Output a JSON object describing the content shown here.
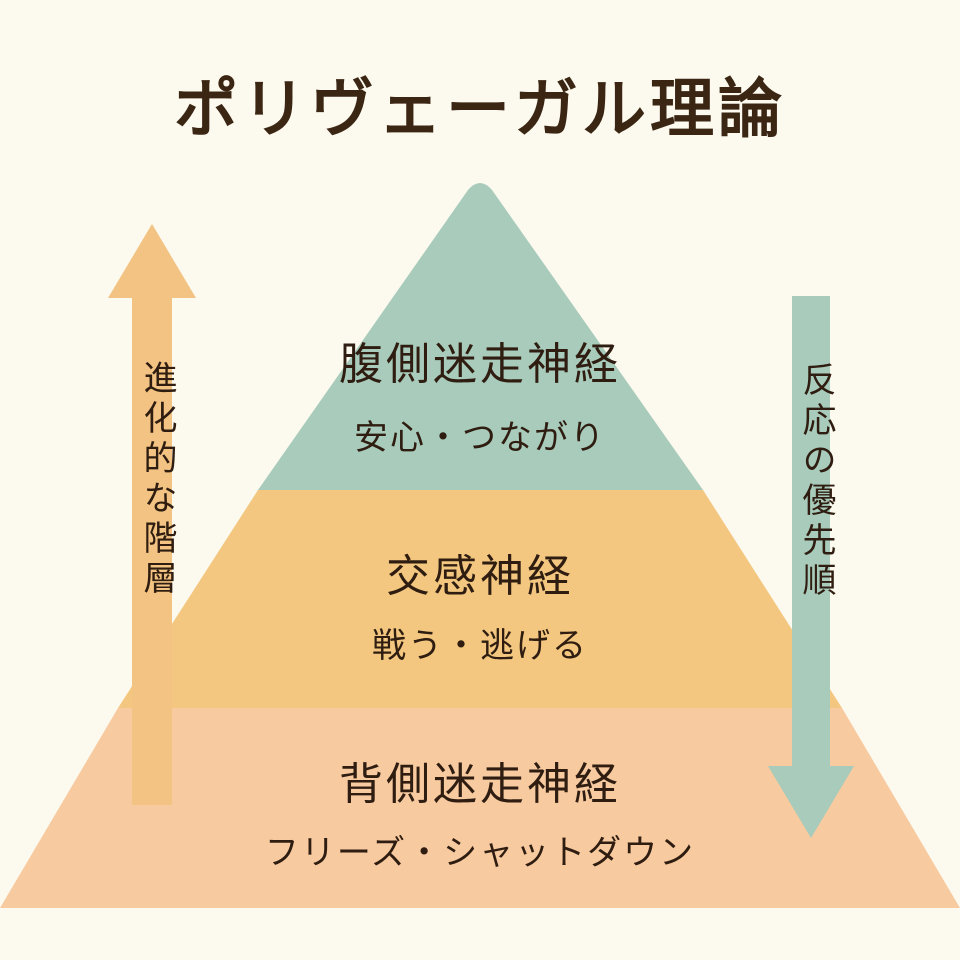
{
  "title": "ポリヴェーガル理論",
  "layers": [
    {
      "main": "腹側迷走神経",
      "sub": "安心・つながり",
      "color": "#a8cbbb"
    },
    {
      "main": "交感神経",
      "sub": "戦う・逃げる",
      "color": "#f3c780"
    },
    {
      "main": "背側迷走神経",
      "sub": "フリーズ・シャットダウン",
      "color": "#f8caa0"
    }
  ],
  "arrows": {
    "up": {
      "label": "進化的な階層",
      "color": "#f2c382",
      "direction": "up"
    },
    "down": {
      "label": "反応の優先順",
      "color": "#a8cbbb",
      "direction": "down"
    }
  }
}
